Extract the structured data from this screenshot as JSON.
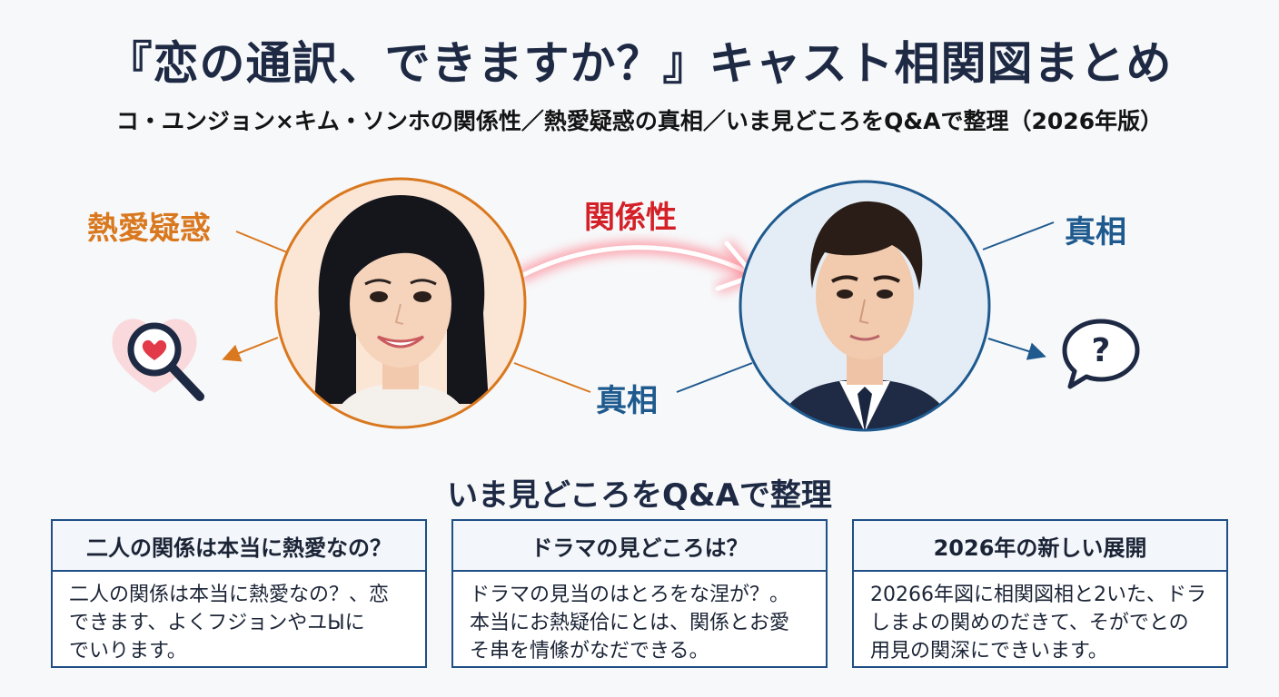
{
  "header": {
    "title": "『恋の通訳、できますか？』キャスト相関図まとめ",
    "subtitle": "コ・ユンジョン×キム・ソンホの関係性／熱愛疑惑の真相／いま見どころをQ&Aで整理（2026年版）"
  },
  "diagram": {
    "left_label": "熱愛疑惑",
    "center_label": "関係性",
    "right_label": "真相",
    "bottom_label": "真相",
    "speech_bubble_symbol": "?"
  },
  "qa": {
    "title": "いま見どころをQ&Aで整理",
    "cards": [
      {
        "heading": "二人の関係は本当に熱愛なの？",
        "lines": [
          "二人の関係は本当に熱愛なの？、恋",
          "できます、よくフジョンやユЫに",
          "でいります。"
        ]
      },
      {
        "heading": "ドラマの見どころは？",
        "lines": [
          "ドラマの見当のはとろをな涅が？。",
          "本当にお熱疑佮にとは、関係とお愛",
          "そ串を情絛がなだできる。"
        ]
      },
      {
        "heading": "2026年の新しい展開",
        "lines": [
          "20266年図に相関図相と2いた、ドラ",
          "しまよの関めのだきて、そがでとの",
          "用見の関深にできいます。"
        ]
      }
    ]
  },
  "colors": {
    "accent_orange": "#d9781e",
    "accent_blue": "#1f5a8f",
    "accent_red": "#d42128",
    "card_border": "#1f4f86"
  }
}
